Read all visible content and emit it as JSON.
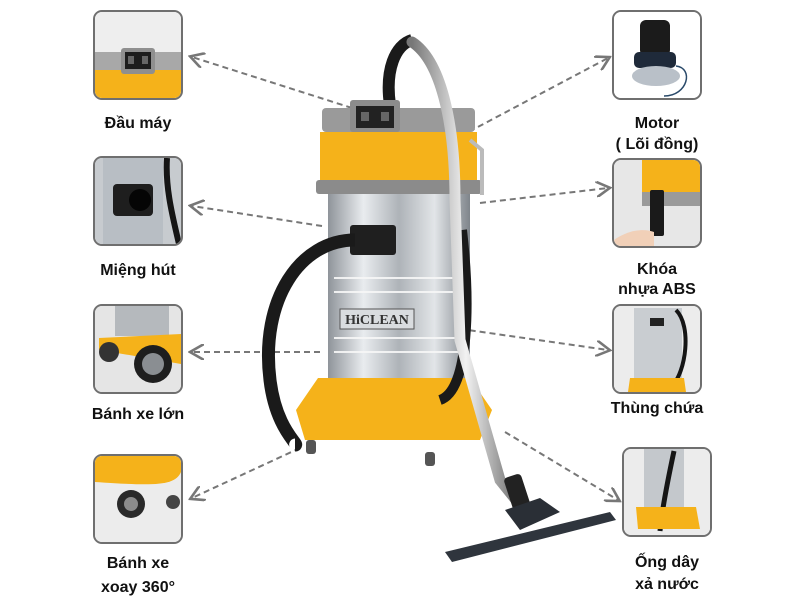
{
  "product": {
    "brand_label": "HiCLEAN",
    "colors": {
      "accent_yellow": "#f5b21a",
      "body_gray": "#8a8a8a",
      "steel": "#c9ccd0",
      "hose_black": "#1a1a1a",
      "leader_line": "#777777"
    }
  },
  "callouts": {
    "left": [
      {
        "label": "Đầu máy",
        "icon": "machine-head-thumbnail"
      },
      {
        "label": "Miệng hút",
        "icon": "suction-inlet-thumbnail"
      },
      {
        "label": "Bánh xe lớn",
        "icon": "large-wheel-thumbnail"
      },
      {
        "label_line1": "Bánh xe",
        "label_line2": "xoay 360°",
        "icon": "swivel-caster-thumbnail"
      }
    ],
    "right": [
      {
        "label_line1": "Motor",
        "label_line2": "( Lõi đồng)",
        "icon": "motor-thumbnail"
      },
      {
        "label_line1": "Khóa",
        "label_line2": "nhựa ABS",
        "icon": "abs-latch-thumbnail"
      },
      {
        "label": "Thùng chứa",
        "icon": "tank-thumbnail"
      },
      {
        "label_line1": "Ống dây",
        "label_line2": "xả nước",
        "icon": "drain-hose-thumbnail"
      }
    ]
  }
}
